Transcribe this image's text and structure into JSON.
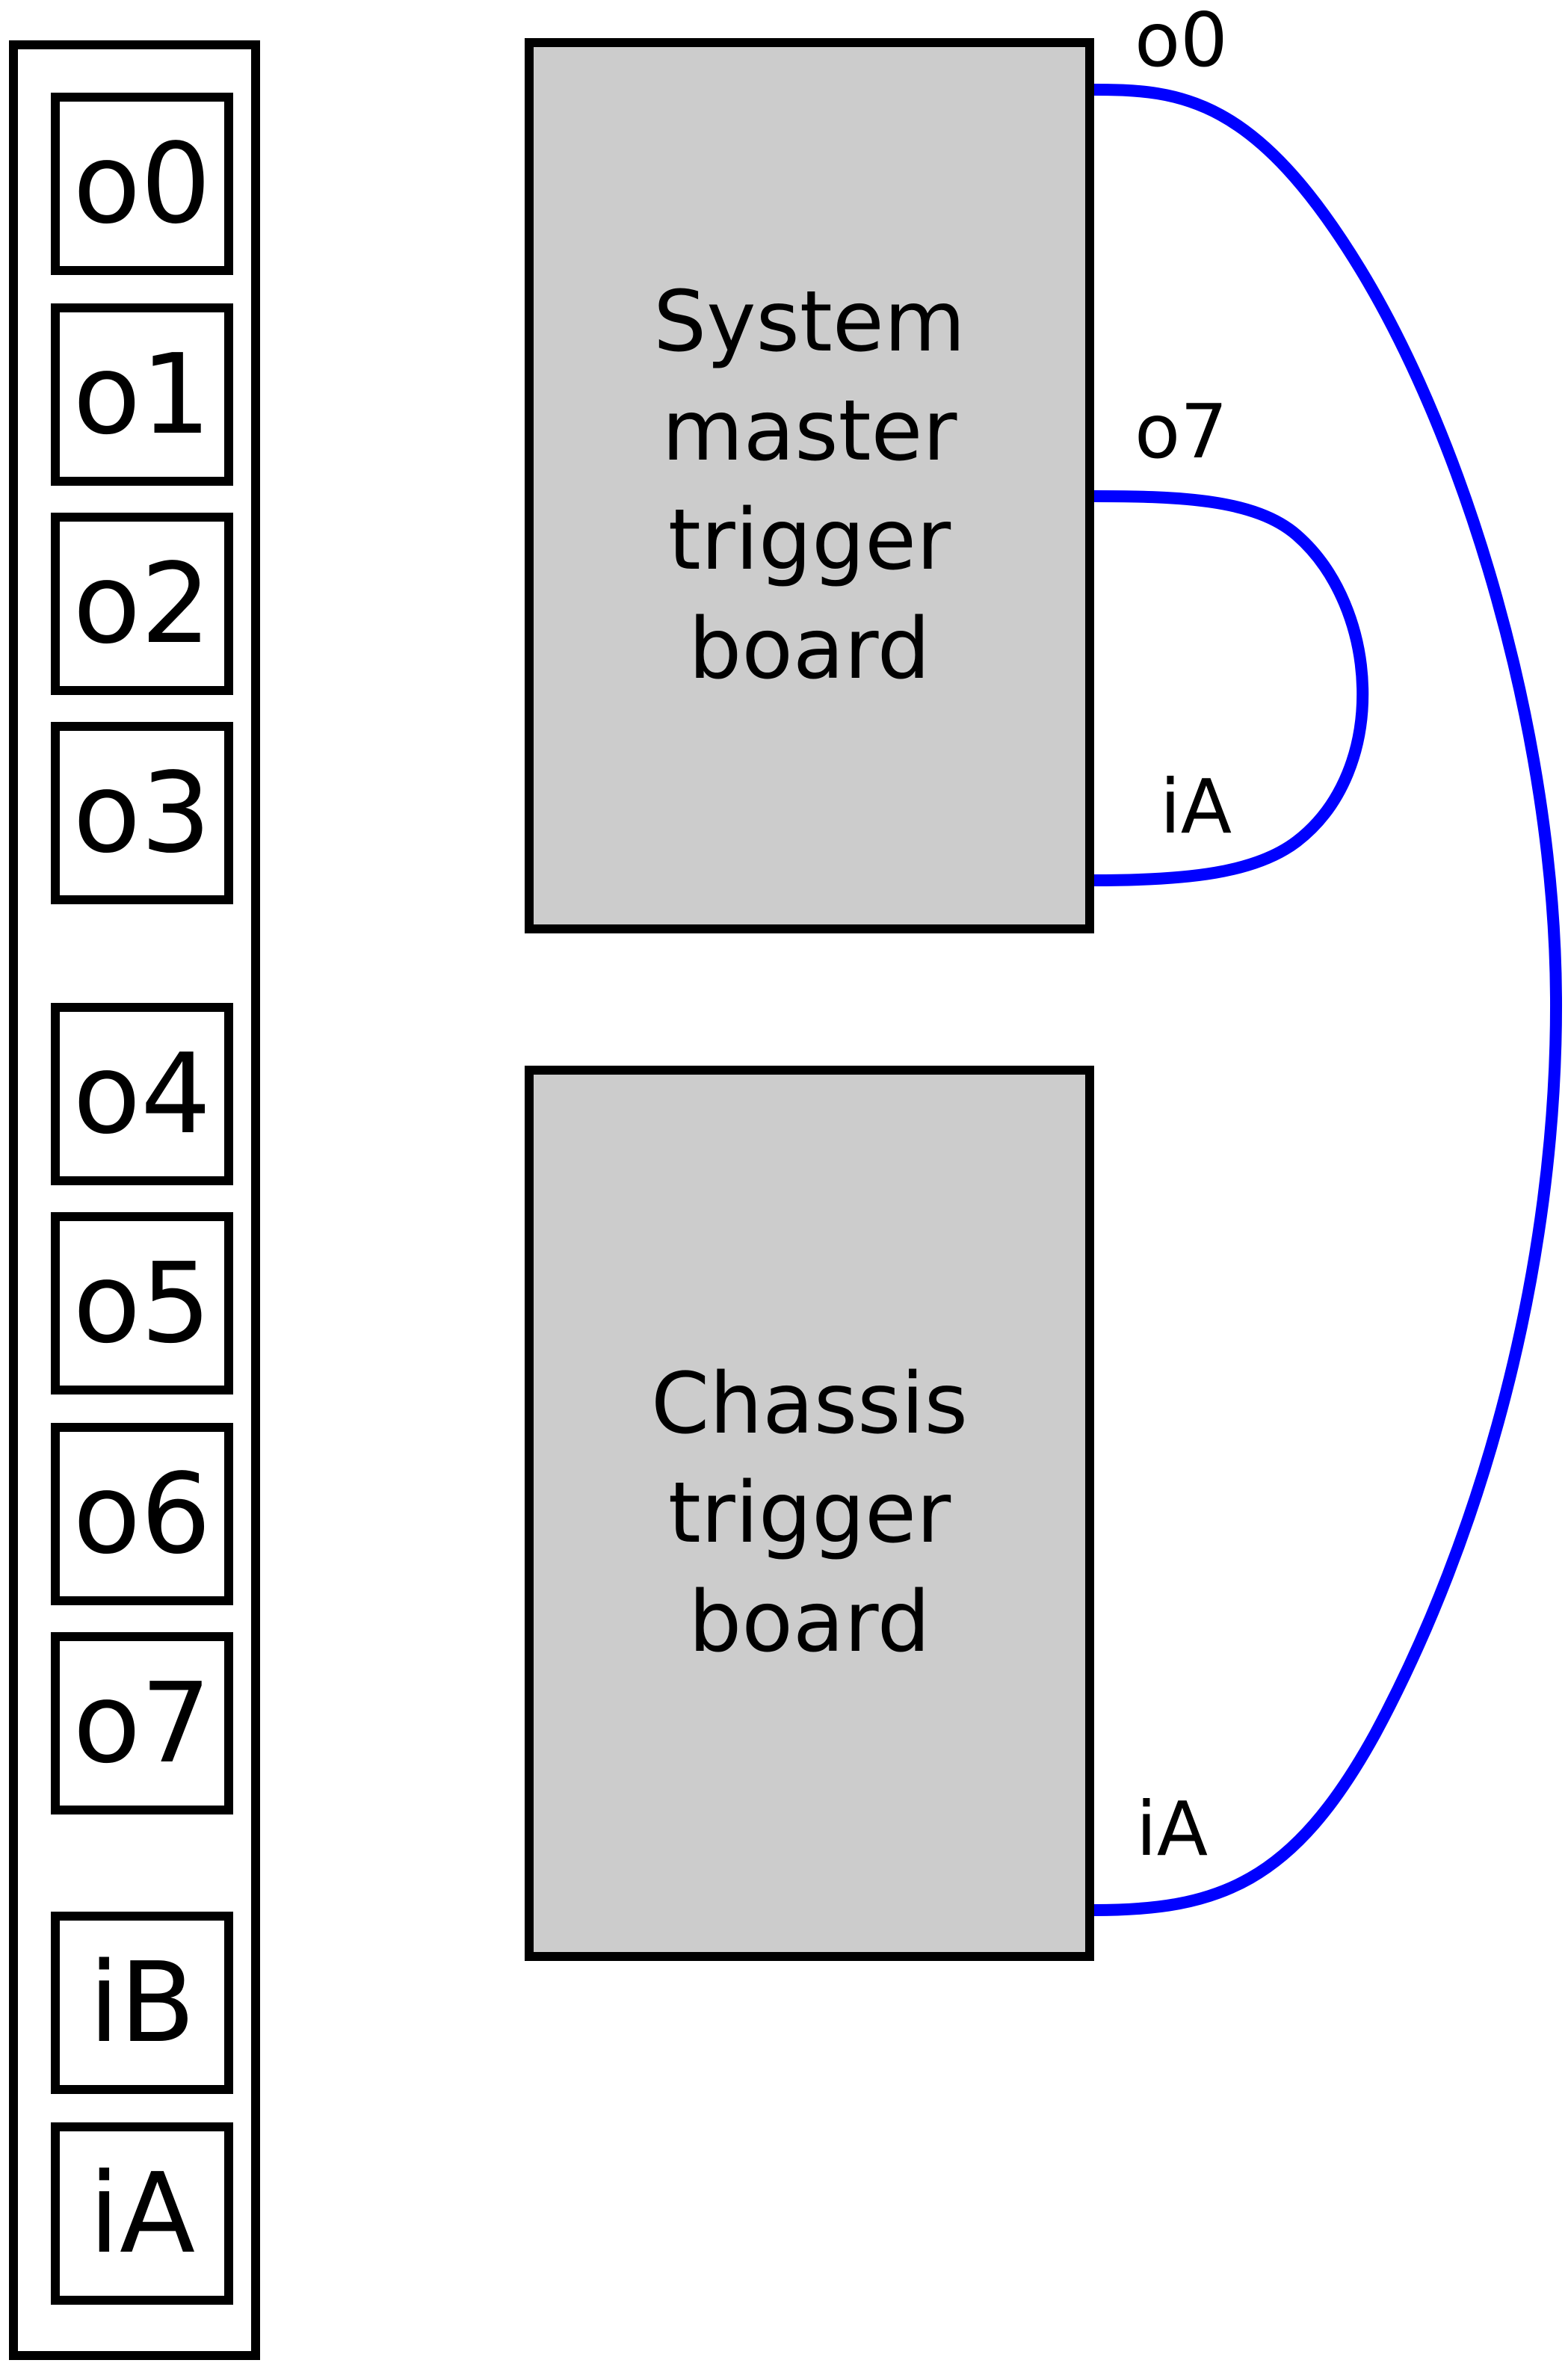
{
  "port_panel": {
    "ports": [
      "o0",
      "o1",
      "o2",
      "o3",
      "o4",
      "o5",
      "o6",
      "o7",
      "iB",
      "iA"
    ]
  },
  "boards": {
    "system_master": {
      "label": "System\nmaster\ntrigger\nboard"
    },
    "chassis": {
      "label": "Chassis\ntrigger\nboard"
    }
  },
  "connectors": {
    "master_o0": "o0",
    "master_o7": "o7",
    "master_iA": "iA",
    "chassis_iA": "iA"
  },
  "colors": {
    "wire": "#0000ff",
    "board_fill": "#cccccc",
    "outline": "#000000"
  }
}
